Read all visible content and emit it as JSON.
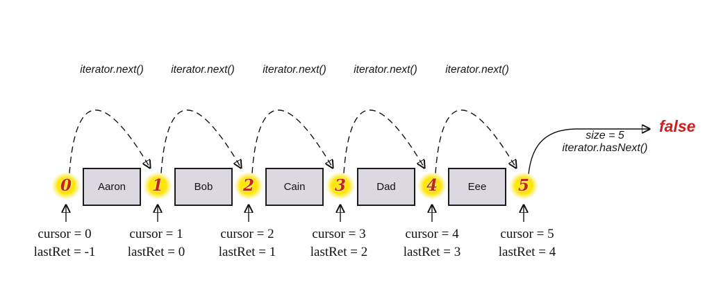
{
  "diagram": {
    "arc_call_label": "iterator.next()",
    "indices": [
      "0",
      "1",
      "2",
      "3",
      "4",
      "5"
    ],
    "items": [
      "Aaron",
      "Bob",
      "Cain",
      "Dad",
      "Eee"
    ],
    "states": [
      {
        "cursor": "cursor = 0",
        "lastRet": "lastRet = -1"
      },
      {
        "cursor": "cursor = 1",
        "lastRet": "lastRet = 0"
      },
      {
        "cursor": "cursor = 2",
        "lastRet": "lastRet = 1"
      },
      {
        "cursor": "cursor = 3",
        "lastRet": "lastRet = 2"
      },
      {
        "cursor": "cursor = 4",
        "lastRet": "lastRet = 3"
      },
      {
        "cursor": "cursor = 5",
        "lastRet": "lastRet = 4"
      }
    ],
    "result": {
      "size_label": "size = 5",
      "hasnext_label": "iterator.hasNext()",
      "value": "false"
    },
    "colors": {
      "circle_fill": "#ffe60a",
      "index_text": "#c0261c",
      "false_text": "#cc1f1f",
      "box_fill": "#dcd8e2",
      "box_border": "#1a1a1a",
      "arrow": "#111111"
    }
  }
}
